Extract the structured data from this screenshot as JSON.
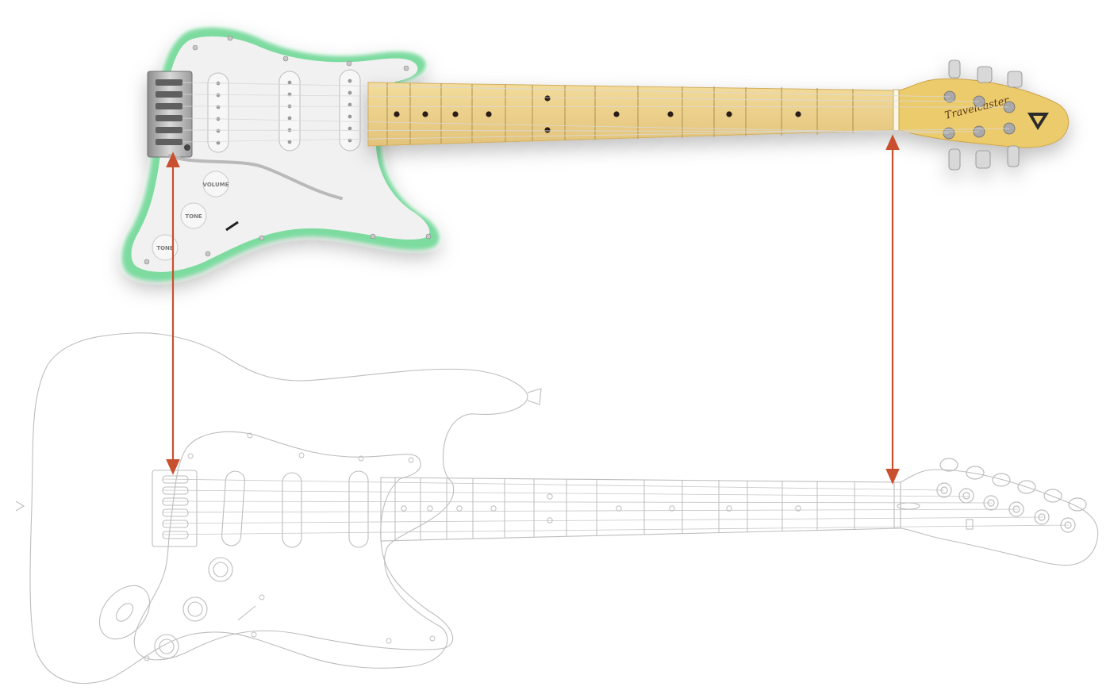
{
  "diagram": {
    "top_guitar": {
      "name": "Travelcaster",
      "headstock_brand": "Travelcaster",
      "headstock_sub": "",
      "knob_labels": [
        "VOLUME",
        "TONE",
        "TONE"
      ],
      "body_color": "#7ddba0",
      "pickguard_color": "#f1f1f1",
      "neck_color": "#ecd08a"
    },
    "bottom_guitar": {
      "style": "outline",
      "line_color": "#bdbdbd"
    },
    "arrows": {
      "color": "#c8502e",
      "items": [
        {
          "name": "bridge-alignment-arrow"
        },
        {
          "name": "nut-alignment-arrow"
        }
      ]
    }
  }
}
